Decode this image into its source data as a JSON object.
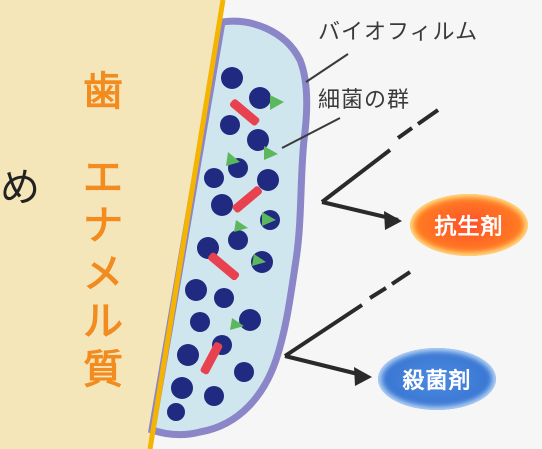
{
  "labels": {
    "biofilm": "バイオフィルム",
    "bacteria_group": "細菌の群",
    "antibiotic": "抗生剤",
    "disinfectant": "殺菌剤",
    "edge_char": "め"
  },
  "enamel": {
    "chars": [
      "歯",
      "エ",
      "ナ",
      "メ",
      "ル",
      "質"
    ]
  },
  "colors": {
    "enamel_fill": "#f4e6b8",
    "enamel_edge": "#f5b400",
    "biofilm_fill": "#cfe6ee",
    "biofilm_border": "#8a86c8",
    "bacteria_ball": "#1f2a80",
    "bacteria_rod": "#e8414f",
    "bacteria_tri": "#5cb85c"
  }
}
